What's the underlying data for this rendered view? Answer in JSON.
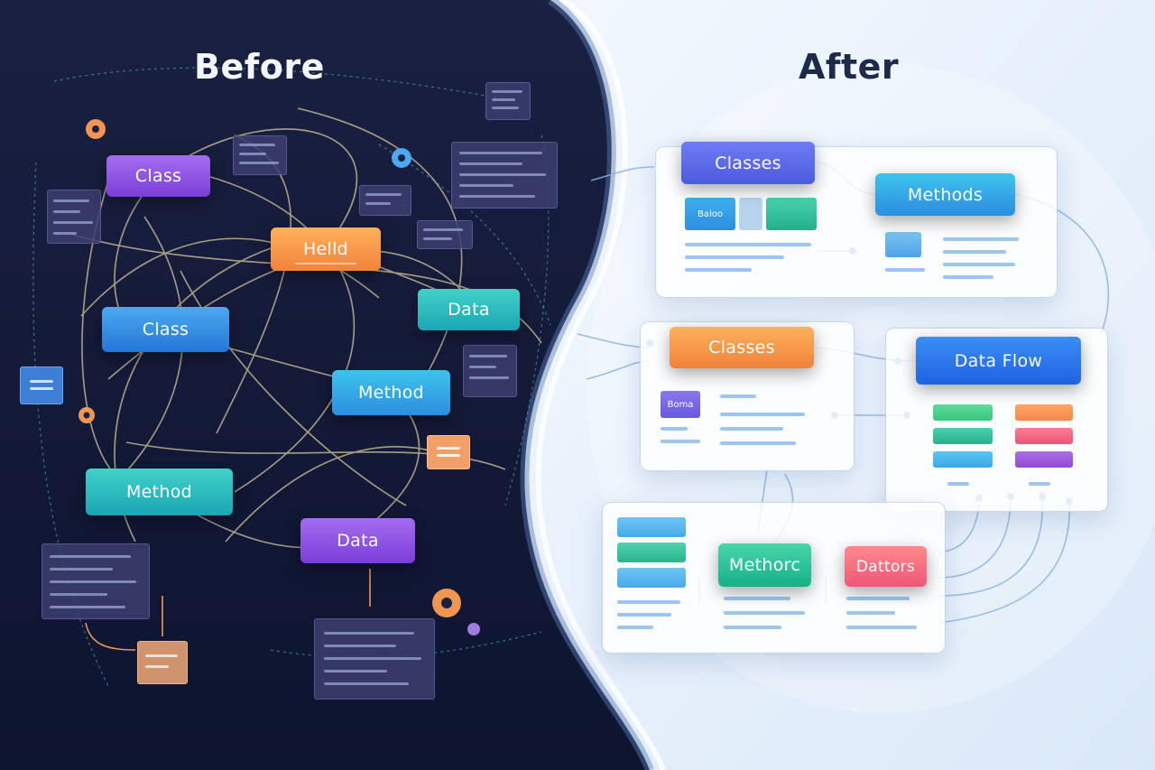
{
  "before": {
    "title": "Before",
    "nodes": {
      "class_top": "Class",
      "heild": "Helld",
      "data_right": "Data",
      "class_mid": "Class",
      "method_mid": "Method",
      "method_bottom": "Method",
      "data_bottom": "Data"
    }
  },
  "after": {
    "title": "After",
    "nodes": {
      "classes_top": "Classes",
      "methods": "Methods",
      "classes_mid": "Classes",
      "data_flow": "Data Flow",
      "methods_bottom": "Methorc",
      "dattors": "Dattors"
    },
    "chips": {
      "balos": "Baloo",
      "blue_mid": "Boma"
    }
  },
  "colors": {
    "dark_bg": "#141c3a",
    "light_bg": "#e6f0fb",
    "accent_purple": "#8a4fe0",
    "accent_orange": "#f5953f",
    "accent_teal": "#22b5bf",
    "accent_blue": "#2f85de"
  }
}
